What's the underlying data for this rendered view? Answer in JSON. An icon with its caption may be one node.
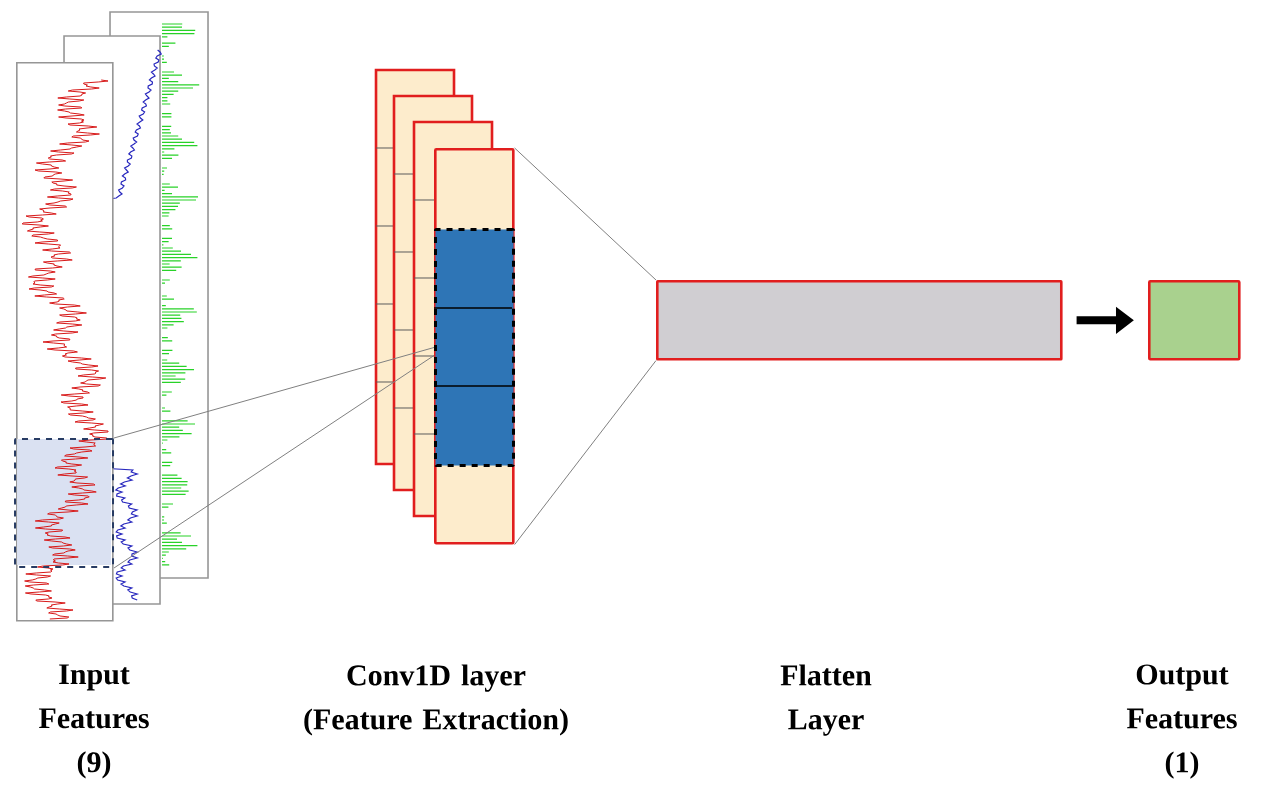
{
  "diagram": {
    "nodes": [
      {
        "text": [],
        "shape": "picture"
      },
      {
        "text": [],
        "shape": "box",
        "in": 0
      },
      {
        "text": [],
        "shape": "box"
      },
      {
        "text": [],
        "shape": "box",
        "in": 2
      },
      {
        "text": [],
        "shape": "bar"
      },
      {
        "text": [],
        "shape": "box"
      }
    ],
    "labels": [
      "Input Features (9)",
      "Conv1D layer (Feature Extraction)",
      "Flatten Layer",
      "Output Features (1)"
    ],
    "edges": [
      {
        "from": 1,
        "to": 3,
        "arrow": "none"
      },
      {
        "from": 1,
        "to": 3,
        "arrow": "none"
      },
      {
        "from": 2,
        "to": 4,
        "arrow": "none"
      },
      {
        "from": 2,
        "to": 4,
        "arrow": "none"
      },
      {
        "from": 4,
        "to": 5,
        "arrow": "to",
        "style": "thick",
        "color": "#000000"
      }
    ]
  }
}
